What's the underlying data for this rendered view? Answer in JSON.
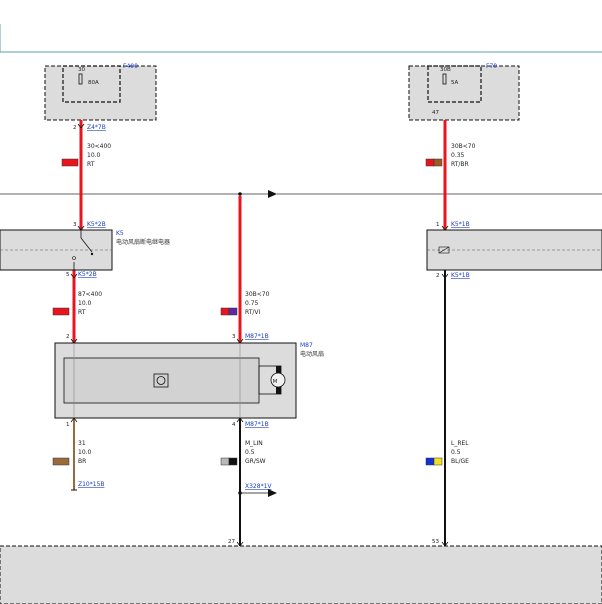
{
  "fuse_left": {
    "number": "30",
    "rating": "80A",
    "ref": "F400",
    "pin": "2",
    "connector": "Z4*7B"
  },
  "fuse_right": {
    "number": "30B",
    "rating": "5A",
    "ref": "F70",
    "pin": "47"
  },
  "wires": {
    "w1": {
      "signal": "30<400",
      "size": "10.0",
      "color": "RT",
      "swatch": [
        "#e8141e",
        "#e8141e"
      ]
    },
    "w2": {
      "signal": "30B<70",
      "size": "0.35",
      "color": "RT/BR",
      "swatch": [
        "#e8141e",
        "#9a5a2a"
      ]
    },
    "w3": {
      "signal": "87<400",
      "size": "10.0",
      "color": "RT",
      "swatch": [
        "#e8141e",
        "#e8141e"
      ]
    },
    "w4": {
      "signal": "30B<70",
      "size": "0.75",
      "color": "RT/VI",
      "swatch": [
        "#e8141e",
        "#5a2aa8"
      ]
    },
    "w5": {
      "signal": "31",
      "size": "10.0",
      "color": "BR",
      "swatch": [
        "#9a6a3a",
        "#9a6a3a"
      ]
    },
    "w6": {
      "signal": "M_LIN",
      "size": "0.5",
      "color": "GR/SW",
      "swatch": [
        "#b8b8b8",
        "#111111"
      ]
    },
    "w7": {
      "signal": "L_REL",
      "size": "0.5",
      "color": "BL/GE",
      "swatch": [
        "#1030d8",
        "#f0e020"
      ]
    }
  },
  "relay_k5": {
    "ref": "K5",
    "name": "电动风扇断电继电器",
    "pin_top": "3",
    "conn_top": "K5*2B",
    "pin_bottom": "5",
    "conn_bottom": "K5*2B"
  },
  "relay_right": {
    "pin_top": "1",
    "conn_top": "K5*1B",
    "pin_bottom": "2",
    "conn_bottom": "K5*1B"
  },
  "fan_m87": {
    "ref": "M87",
    "name": "电动风扇",
    "pin_left_top": "2",
    "pin_right_top": "3",
    "conn_top": "M87*1B",
    "pin_left_bottom": "1",
    "pin_right_bottom": "4",
    "conn_bottom": "M87*1B",
    "motor_symbol": "M"
  },
  "ground": {
    "connector": "Z10*15B"
  },
  "out_connector": {
    "connector": "X328*1V"
  },
  "bottom_pins": {
    "left": "27",
    "right": "53"
  },
  "colors": {
    "wire_red": "#e8141e",
    "wire_black": "#111111",
    "wire_brown": "#9a6a3a",
    "box_fill": "#dcdcdc",
    "link": "#1a3cc8",
    "frame": "#5aa0a8"
  }
}
